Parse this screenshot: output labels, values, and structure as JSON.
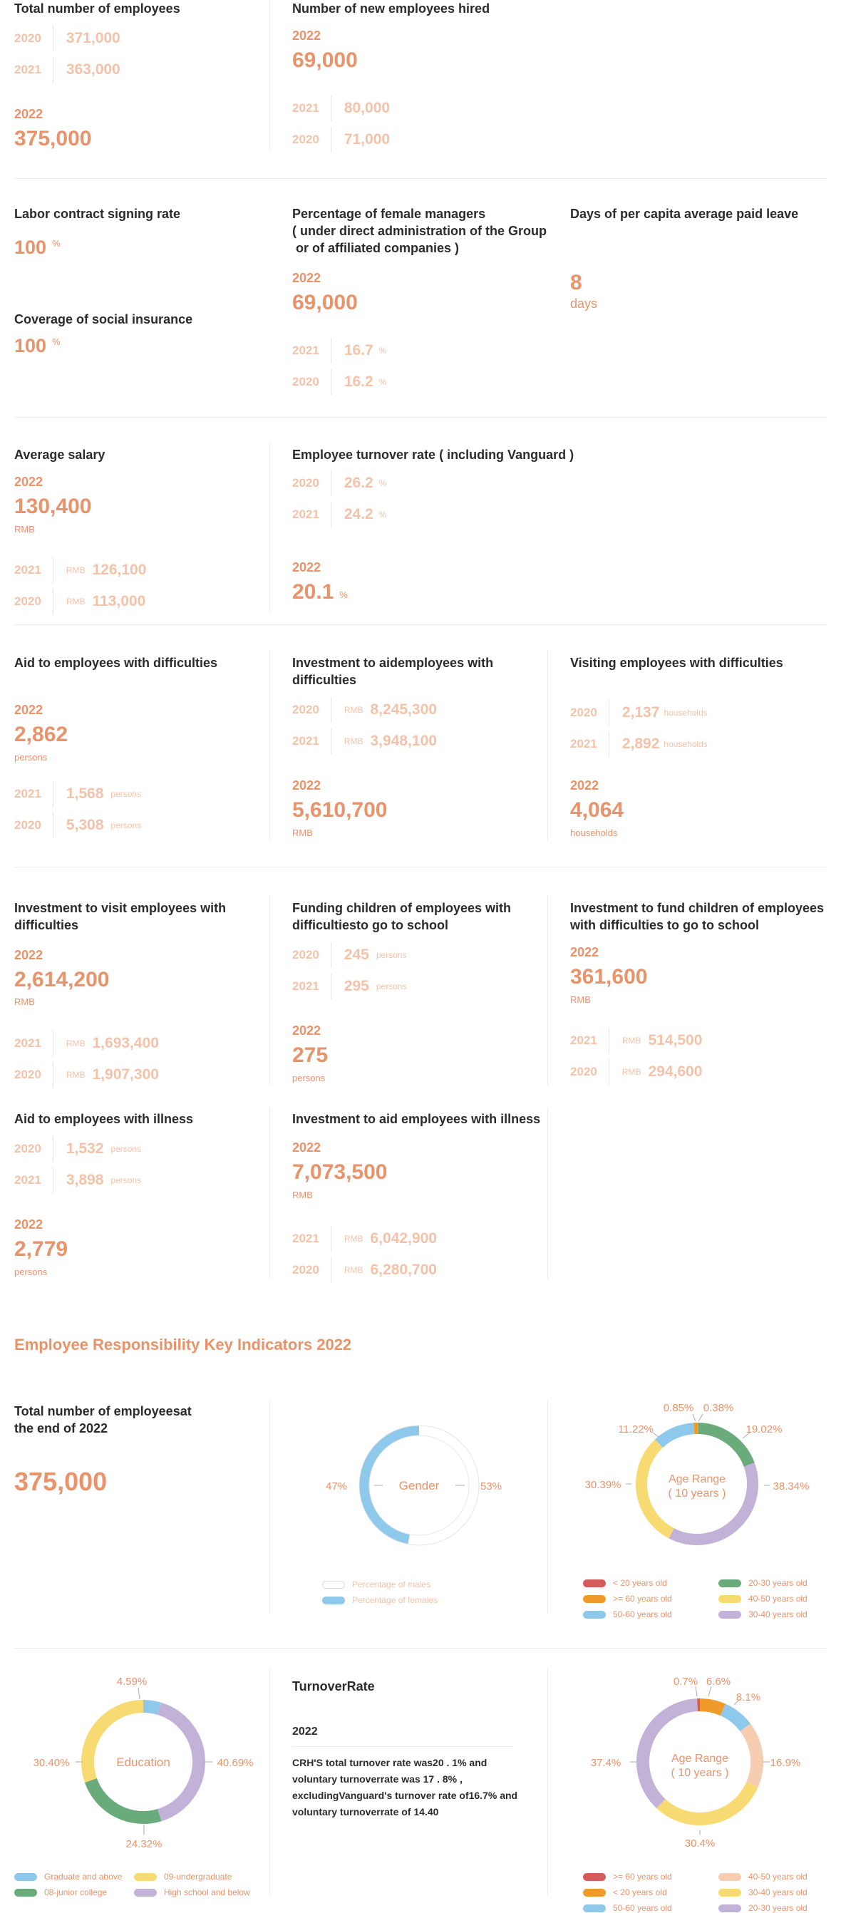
{
  "blocks": {
    "total_employees": {
      "title": "Total number of employees",
      "history": [
        {
          "year": "2020",
          "value": "371,000"
        },
        {
          "year": "2021",
          "value": "363,000"
        }
      ],
      "current_year": "2022",
      "current_value": "375,000"
    },
    "new_hires": {
      "title": "Number of new employees hired",
      "current_year": "2022",
      "current_value": "69,000",
      "history": [
        {
          "year": "2021",
          "value": "80,000"
        },
        {
          "year": "2020",
          "value": "71,000"
        }
      ]
    },
    "labor_contract": {
      "title": "Labor contract signing rate",
      "value": "100",
      "unit": "%"
    },
    "social_insurance": {
      "title": "Coverage of social insurance",
      "value": "100",
      "unit": "%"
    },
    "female_managers": {
      "title_lines": [
        "Percentage of female managers",
        "( under direct administration of the Group",
        " or of affiliated companies )"
      ],
      "current_year": "2022",
      "current_value": "69,000",
      "history": [
        {
          "year": "2021",
          "value": "16.7",
          "unit": "%"
        },
        {
          "year": "2020",
          "value": "16.2",
          "unit": "%"
        }
      ]
    },
    "paid_leave": {
      "title": "Days of per capita average paid leave",
      "value": "8",
      "unit": "days"
    },
    "average_salary": {
      "title": "Average salary",
      "current_year": "2022",
      "current_value": "130,400",
      "current_unit": "RMB",
      "history": [
        {
          "year": "2021",
          "unit": "RMB",
          "value": "126,100"
        },
        {
          "year": "2020",
          "unit": "RMB",
          "value": "113,000"
        }
      ]
    },
    "turnover": {
      "title": "Employee turnover rate ( including Vanguard )",
      "history": [
        {
          "year": "2020",
          "value": "26.2",
          "unit": "%"
        },
        {
          "year": "2021",
          "value": "24.2",
          "unit": "%"
        }
      ],
      "current_year": "2022",
      "current_value": "20.1",
      "current_unit": "%"
    },
    "aid_difficulties": {
      "title": "Aid to employees with difficulties",
      "current_year": "2022",
      "current_value": "2,862",
      "current_unit": "persons",
      "history": [
        {
          "year": "2021",
          "value": "1,568",
          "unit": "persons"
        },
        {
          "year": "2020",
          "value": "5,308",
          "unit": "persons"
        }
      ]
    },
    "invest_aid_difficulties": {
      "title_lines": [
        "Investment to aidemployees with",
        "difficulties"
      ],
      "history": [
        {
          "year": "2020",
          "unit": "RMB",
          "value": "8,245,300"
        },
        {
          "year": "2021",
          "unit": "RMB",
          "value": "3,948,100"
        }
      ],
      "current_year": "2022",
      "current_value": "5,610,700",
      "current_unit": "RMB"
    },
    "visiting_difficulties": {
      "title": "Visiting employees with difficulties",
      "history": [
        {
          "year": "2020",
          "value": "2,137",
          "unit": "households"
        },
        {
          "year": "2021",
          "value": "2,892",
          "unit": "households"
        }
      ],
      "current_year": "2022",
      "current_value": "4,064",
      "current_unit": "households"
    },
    "invest_visit": {
      "title_lines": [
        "Investment to visit employees with",
        "difficulties"
      ],
      "current_year": "2022",
      "current_value": "2,614,200",
      "current_unit": "RMB",
      "history": [
        {
          "year": "2021",
          "unit": "RMB",
          "value": "1,693,400"
        },
        {
          "year": "2020",
          "unit": "RMB",
          "value": "1,907,300"
        }
      ]
    },
    "funding_children": {
      "title_lines": [
        "Funding children of employees with",
        "difficultiesto go to school"
      ],
      "history": [
        {
          "year": "2020",
          "value": "245",
          "unit": "persons"
        },
        {
          "year": "2021",
          "value": "295",
          "unit": "persons"
        }
      ],
      "current_year": "2022",
      "current_value": "275",
      "current_unit": "persons"
    },
    "invest_children": {
      "title_lines": [
        "Investment to fund children of employees",
        "with difficulties to go to school"
      ],
      "current_year": "2022",
      "current_value": "361,600",
      "current_unit": "RMB",
      "history": [
        {
          "year": "2021",
          "unit": "RMB",
          "value": "514,500"
        },
        {
          "year": "2020",
          "unit": "RMB",
          "value": "294,600"
        }
      ]
    },
    "aid_illness": {
      "title": "Aid to employees with illness",
      "history": [
        {
          "year": "2020",
          "value": "1,532",
          "unit": "persons"
        },
        {
          "year": "2021",
          "value": "3,898",
          "unit": "persons"
        }
      ],
      "current_year": "2022",
      "current_value": "2,779",
      "current_unit": "persons"
    },
    "invest_illness": {
      "title": "Investment to aid employees with illness",
      "current_year": "2022",
      "current_value": "7,073,500",
      "current_unit": "RMB",
      "history": [
        {
          "year": "2021",
          "unit": "RMB",
          "value": "6,042,900"
        },
        {
          "year": "2020",
          "unit": "RMB",
          "value": "6,280,700"
        }
      ]
    }
  },
  "key_indicators": {
    "heading": "Employee Responsibility Key Indicators 2022",
    "total_title_lines": [
      "Total number of employeesat",
      "the end of 2022"
    ],
    "total_value": "375,000",
    "turnover_title": "TurnoverRate",
    "turnover_year": "2022",
    "turnover_text_lines": [
      "CRH'S total turnover rate was20 . 1% and",
      "voluntary turnoverrate was 17 . 8% ,",
      "excludingVanguard's turnover rate of16.7% and",
      "voluntary turnoverrate of 14.40"
    ]
  },
  "colors": {
    "accent": "#e8936a",
    "accent_light": "#f3c2a8",
    "blue": "#8ec8ea",
    "green": "#6aab7c",
    "yellow": "#f8da72",
    "purple": "#c3b2d8",
    "red": "#d65b5b",
    "orange": "#f09a2a",
    "peach": "#f6cdb1",
    "white_ring": "#ffffff"
  },
  "chart_data": [
    {
      "type": "pie",
      "title": "Gender",
      "labels": [
        "Percentage of males",
        "Percentage of females"
      ],
      "values": [
        53,
        47
      ],
      "display": [
        "53%",
        "47%"
      ],
      "colors": [
        "#ffffff",
        "#8ec8ea"
      ]
    },
    {
      "type": "pie",
      "title_lines": [
        "Age Range",
        "( 10 years )"
      ],
      "labels": [
        "< 20 years old",
        ">= 60 years old",
        "20-30 years old",
        "30-40 years old",
        "40-50 years old",
        "50-60 years old"
      ],
      "values": [
        0.38,
        19.02,
        38.34,
        30.39,
        11.22,
        0.85
      ],
      "order": [
        "< 20 years old",
        "20-30 years old",
        "30-40 years old",
        "40-50 years old",
        "50-60 years old",
        ">= 60 years old"
      ],
      "ordered_values": [
        0.38,
        19.02,
        38.34,
        30.39,
        11.22,
        0.85
      ],
      "display": [
        "0.38%",
        "19.02%",
        "38.34%",
        "30.39%",
        "11.22%",
        "0.85%"
      ],
      "colors": [
        "#f09a2a",
        "#6aab7c",
        "#c3b2d8",
        "#f8da72",
        "#8ec8ea",
        "#f09a2a"
      ]
    },
    {
      "type": "pie",
      "title": "Education",
      "labels": [
        "Graduate and above",
        "High school and below",
        "08-junior college",
        "09-undergraduate"
      ],
      "values": [
        4.59,
        40.69,
        24.32,
        30.4
      ],
      "display": [
        "4.59%",
        "40.69%",
        "24.32%",
        "30.40%"
      ],
      "colors": [
        "#8ec8ea",
        "#c3b2d8",
        "#6aab7c",
        "#f8da72"
      ]
    },
    {
      "type": "pie",
      "title_lines": [
        "Age Range",
        "( 10 years )"
      ],
      "labels": [
        "< 20 years old",
        "50-60 years old",
        "40-50 years old",
        "30-40 years old",
        "20-30 years old",
        ">= 60 years old"
      ],
      "values": [
        6.6,
        8.1,
        16.9,
        30.4,
        37.4,
        0.7
      ],
      "display": [
        "6.6%",
        "8.1%",
        "16.9%",
        "30.4%",
        "37.4%",
        "0.7%"
      ],
      "colors": [
        "#f09a2a",
        "#8ec8ea",
        "#f6cdb1",
        "#f8da72",
        "#c3b2d8",
        "#d65b5b"
      ]
    }
  ],
  "legends": {
    "gender": [
      "Percentage of males",
      "Percentage of females"
    ],
    "age1": [
      {
        "label": "< 20 years old",
        "color": "#d65b5b"
      },
      {
        "label": "20-30 years old",
        "color": "#6aab7c"
      },
      {
        "label": ">= 60 years old",
        "color": "#f09a2a"
      },
      {
        "label": "40-50 years old",
        "color": "#f8da72"
      },
      {
        "label": "50-60 years old",
        "color": "#8ec8ea"
      },
      {
        "label": "30-40 years old",
        "color": "#c3b2d8"
      }
    ],
    "education": [
      {
        "label": "Graduate and above",
        "color": "#8ec8ea"
      },
      {
        "label": "09-undergraduate",
        "color": "#f8da72"
      },
      {
        "label": "08-junior college",
        "color": "#6aab7c"
      },
      {
        "label": "High school and below",
        "color": "#c3b2d8"
      }
    ],
    "age2": [
      {
        "label": ">= 60 years old",
        "color": "#d65b5b"
      },
      {
        "label": "40-50 years old",
        "color": "#f6cdb1"
      },
      {
        "label": "< 20 years old",
        "color": "#f09a2a"
      },
      {
        "label": "30-40 years old",
        "color": "#f8da72"
      },
      {
        "label": "50-60 years old",
        "color": "#8ec8ea"
      },
      {
        "label": "20-30 years old",
        "color": "#c3b2d8"
      }
    ]
  }
}
